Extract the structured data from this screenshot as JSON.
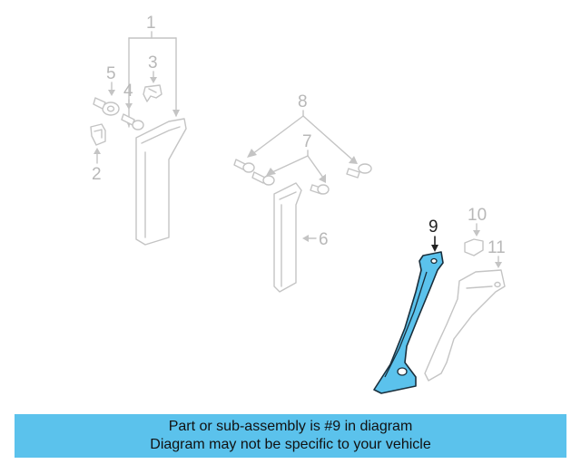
{
  "diagram": {
    "callouts": {
      "c1": "1",
      "c2": "2",
      "c3": "3",
      "c4": "4",
      "c5": "5",
      "c6": "6",
      "c7": "7",
      "c8": "8",
      "c9": "9",
      "c10": "10",
      "c11": "11"
    },
    "highlight_part": "9",
    "colors": {
      "highlight": "#5bc2ec",
      "faded": "#c4c4c4",
      "outline": "#1a2f3c"
    }
  },
  "banner": {
    "line1": "Part or sub-assembly is #9 in diagram",
    "line2": "Diagram may not be specific to your vehicle"
  }
}
